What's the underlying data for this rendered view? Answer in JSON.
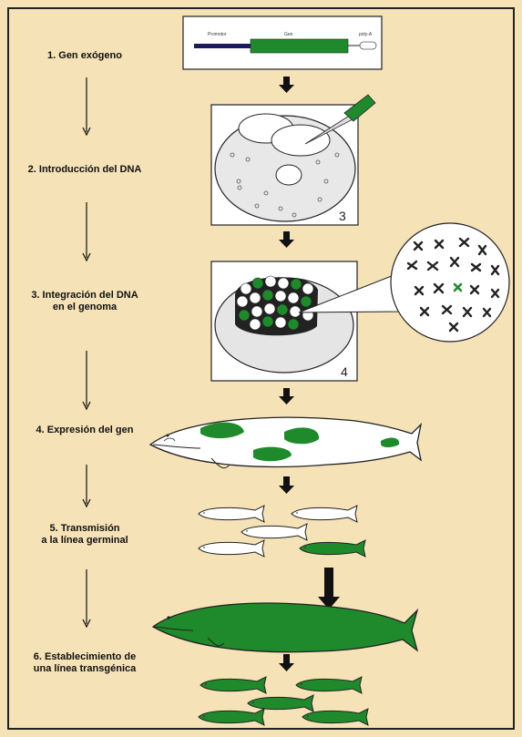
{
  "steps": [
    {
      "label": "1. Gen exógeno"
    },
    {
      "label": "2. Introducción del DNA"
    },
    {
      "label_line1": "3. Integración del DNA",
      "label_line2": "en el genoma"
    },
    {
      "label": "4. Expresión del gen"
    },
    {
      "label_line1": "5. Transmisión",
      "label_line2": "a la línea germinal"
    },
    {
      "label_line1": "6. Establecimiento de",
      "label_line2": "una línea transgénica"
    }
  ],
  "gene_construct": {
    "promoter": "Promotor",
    "gene": "Gen",
    "polya": "poly-A"
  },
  "panel_numbers": {
    "injection": "3",
    "integration": "4"
  },
  "colors": {
    "background": "#f5e2b7",
    "transgene_green": "#1f8a2c",
    "outline": "#222222"
  }
}
